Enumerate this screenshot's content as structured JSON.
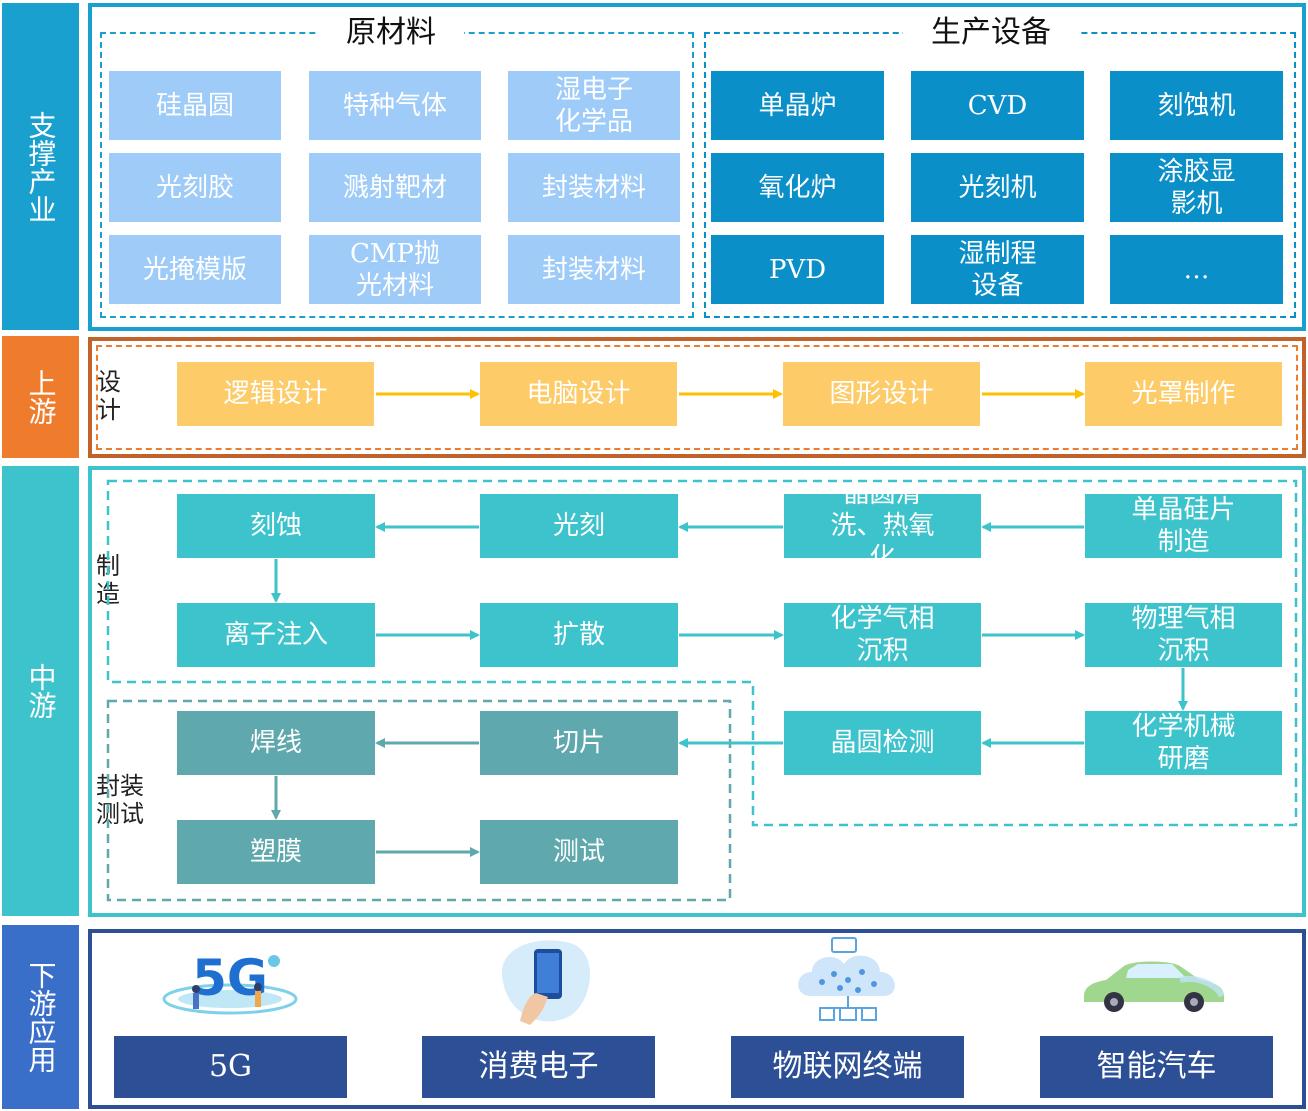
{
  "sides": {
    "support": "支撑产业",
    "upstream": "上游",
    "midstream": "中游",
    "downstream": "下游应用"
  },
  "raw_materials": {
    "title": "原材料",
    "items": [
      "硅晶圆",
      "特种气体",
      "湿电子化学品",
      "光刻胶",
      "溅射靶材",
      "封装材料",
      "光掩模版",
      "CMP抛光材料",
      "封装材料"
    ]
  },
  "equipment": {
    "title": "生产设备",
    "items": [
      "单晶炉",
      "CVD",
      "刻蚀机",
      "氧化炉",
      "光刻机",
      "涂胶显影机",
      "PVD",
      "湿制程设备",
      "…"
    ]
  },
  "design": {
    "label": "设计",
    "steps": [
      "逻辑设计",
      "电脑设计",
      "图形设计",
      "光罩制作"
    ]
  },
  "manufacturing": {
    "label": "制造",
    "row1": [
      "刻蚀",
      "光刻",
      "晶圆清洗、热氧化",
      "单晶硅片制造"
    ],
    "row2": [
      "离子注入",
      "扩散",
      "化学气相沉积",
      "物理气相沉积"
    ],
    "row3": [
      "晶圆检测",
      "化学机械研磨"
    ]
  },
  "packaging": {
    "label": "封装测试",
    "row1": [
      "焊线",
      "切片"
    ],
    "row2": [
      "塑膜",
      "测试"
    ]
  },
  "applications": {
    "items": [
      "5G",
      "消费电子",
      "物联网终端",
      "智能汽车"
    ],
    "icons": [
      "5g-icon",
      "phone-icon",
      "iot-cloud-icon",
      "car-icon"
    ]
  },
  "colors": {
    "support": "#1aa0cf",
    "upstream": "#ef7c2c",
    "midstream": "#3dc3cb",
    "downstream": "#3a6fc9",
    "raw_material_box": "#9ecbf7",
    "equipment_box": "#0a8fc8",
    "design_box": "#fdcb67",
    "manufacturing_box": "#3dc3cb",
    "packaging_box": "#5ea8ae",
    "application_box": "#2c4f96",
    "design_arrow": "#ffc000"
  }
}
